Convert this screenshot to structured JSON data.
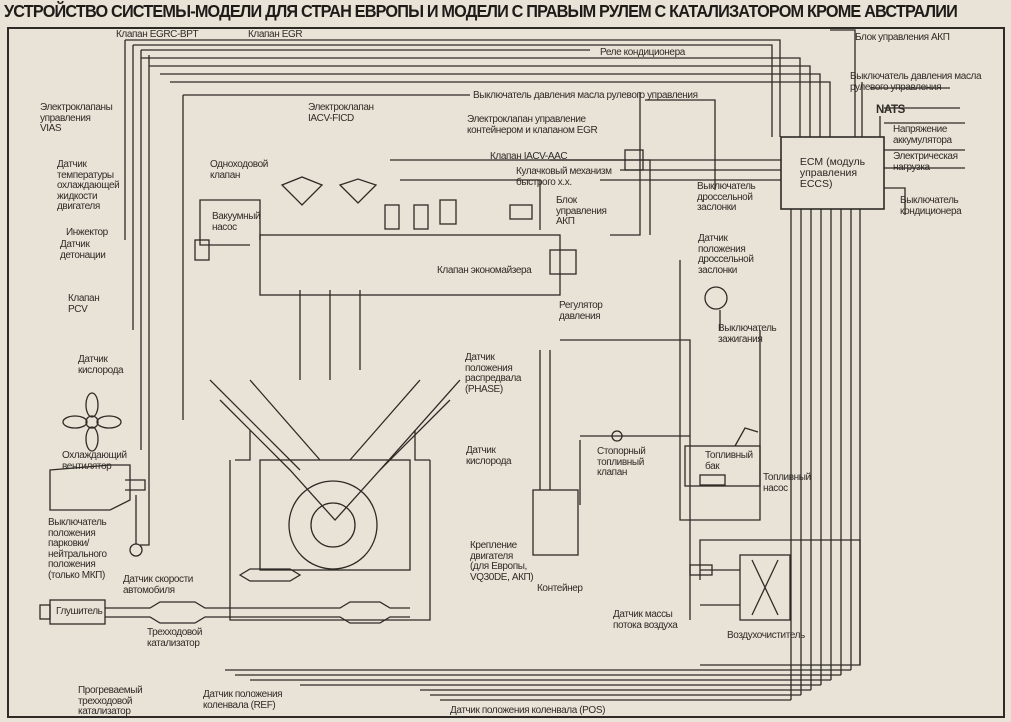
{
  "title": "УСТРОЙСТВО СИСТЕМЫ-МОДЕЛИ ДЛЯ СТРАН ЕВРОПЫ И МОДЕЛИ С ПРАВЫМ РУЛЕМ С КАТАЛИЗАТОРОМ КРОМЕ АВСТРАЛИИ",
  "ecm": "ECM (модуль\nуправления\nECCS)",
  "labels": {
    "egrc_bpt": "Клапан EGRC-BPT",
    "egr_valve": "Клапан EGR",
    "ac_relay": "Реле кондиционера",
    "at_control_top": "Блок управления АКП",
    "ps_oil_switch_right": "Выключатель давления масла\nрулевого управления",
    "ps_oil_switch_mid": "Выключатель давления масла рулевого управления",
    "vias": "Электроклапаны\nуправления\nVIAS",
    "iacv_ficd": "Электроклапан\nIACV-FICD",
    "canister_egr_solenoid": "Электроклапан управление\nконтейнером и клапаном EGR",
    "nats": "NATS",
    "battery_voltage": "Напряжение\nаккумулятора",
    "iacv_aac": "Клапан IACV-AAC",
    "electric_load": "Электрическая\nнагрузка",
    "coolant_temp": "Датчик\nтемпературы\nохлаждающей\nжидкости\nдвигателя",
    "one_way_valve": "Одноходовой\nклапан",
    "fast_idle_cam": "Кулачковый механизм\nбыстрого х.х.",
    "throttle_switch": "Выключатель\nдроссельной\nзаслонки",
    "ac_switch": "Выключатель\nкондиционера",
    "at_control_mid": "Блок\nуправления\nАКП",
    "vacuum_pump": "Вакуумный\nнасос",
    "injector": "Инжектор",
    "knock_sensor": "Датчик\nдетонации",
    "throttle_position": "Датчик\nположения\nдроссельной\nзаслонки",
    "economizer_valve": "Клапан экономайзера",
    "pressure_regulator": "Регулятор\nдавления",
    "pcv_valve": "Клапан\nPCV",
    "ignition_switch": "Выключатель\nзажигания",
    "oxygen_sensor_left": "Датчик\nкислорода",
    "camshaft_sensor": "Датчик\nположения\nраспредвала\n(PHASE)",
    "cooling_fan": "Охлаждающий\nвентилятор",
    "oxygen_sensor_right": "Датчик\nкислорода",
    "fuel_cut_valve": "Стопорный\nтопливный\nклапан",
    "fuel_tank": "Топливный\nбак",
    "fuel_pump": "Топливный\nнасос",
    "park_neutral_switch": "Выключатель\nположения\nпарковки/\nнейтрального\nположения\n(только МКП)",
    "engine_mount": "Крепление\nдвигателя\n(для Европы,\nVQ30DE, АКП)",
    "vehicle_speed_sensor": "Датчик скорости\nавтомобиля",
    "canister": "Контейнер",
    "muffler": "Глушитель",
    "maf_sensor": "Датчик массы\nпотока воздуха",
    "three_way_catalyst": "Трехходовой\nкатализатор",
    "air_cleaner": "Воздухочиститель",
    "warmup_catalyst": "Прогреваемый\nтрехходовой\nкатализатор",
    "crank_ref": "Датчик положения\nколенвала (REF)",
    "crank_pos": "Датчик положения коленвала (POS)"
  }
}
